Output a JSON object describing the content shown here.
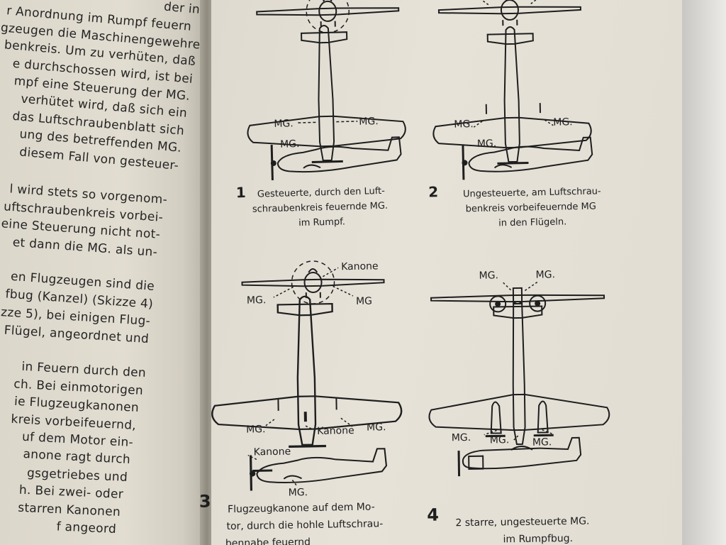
{
  "left_page": {
    "lines": [
      "der in",
      "r Anordnung im Rumpf feuern",
      "gzeugen die Maschinengewehre",
      "benkreis. Um zu verhüten, daß",
      "e durchschossen wird, ist bei",
      "mpf eine Steuerung der MG.",
      "verhütet wird, daß sich ein",
      "das Luftschraubenblatt sich",
      "ung des betreffenden MG.",
      "diesem Fall von gesteuer-",
      "",
      "l wird stets so vorgenom-",
      "uftschraubenkreis vorbei-",
      "eine Steuerung nicht not-",
      "et dann die MG. als un-",
      "",
      "en Flugzeugen sind die",
      "fbug (Kanzel) (Skizze 4)",
      "zze 5), bei einigen Flug-",
      "Flügel, angeordnet und",
      "",
      "in Feuern durch den",
      "ch. Bei einmotorigen",
      "ie Flugzeugkanonen",
      "kreis vorbeifeuernd,",
      "uf dem Motor ein-",
      "anone ragt durch",
      "gsgetriebes und",
      "h. Bei zwei- oder",
      "starren Kanonen",
      "f angeord"
    ]
  },
  "figures": {
    "fig1": {
      "number": "1",
      "caption_lines": [
        "Gesteuerte, durch den Luft-",
        "schraubenkreis feuernde MG.",
        "im Rumpf."
      ],
      "labels": {
        "mg_left": "MG.",
        "mg_right": "MG.",
        "mg_side": "MG."
      }
    },
    "fig2": {
      "number": "2",
      "caption_lines": [
        "Ungesteuerte, am Luftschrau-",
        "benkreis vorbeifeuernde MG",
        "in den Flügeln."
      ],
      "labels": {
        "mg_left": "MG.",
        "mg_right": "MG.",
        "mg_side": "MG."
      }
    },
    "fig3": {
      "number": "3",
      "caption_lines": [
        "Flugzeugkanone auf dem Mo-",
        "tor, durch die hohle Luftschrau-",
        "bennabe feuernd"
      ],
      "labels": {
        "kanone_top": "Kanone",
        "mg_front_left": "MG.",
        "mg_front_right": "MG",
        "mg_plan_left": "MG.",
        "kanone_plan": "Kanone",
        "mg_plan_right": "MG.",
        "kanone_side": "Kanone",
        "mg_side": "MG."
      }
    },
    "fig4": {
      "number": "4",
      "caption_lines": [
        "2 starre, ungesteuerte MG.",
        "im Rumpfbug."
      ],
      "labels": {
        "mg_front_left": "MG.",
        "mg_front_right": "MG.",
        "mg_side_1": "MG.",
        "mg_side_2": "MG.",
        "mg_side_3": "MG."
      }
    }
  }
}
